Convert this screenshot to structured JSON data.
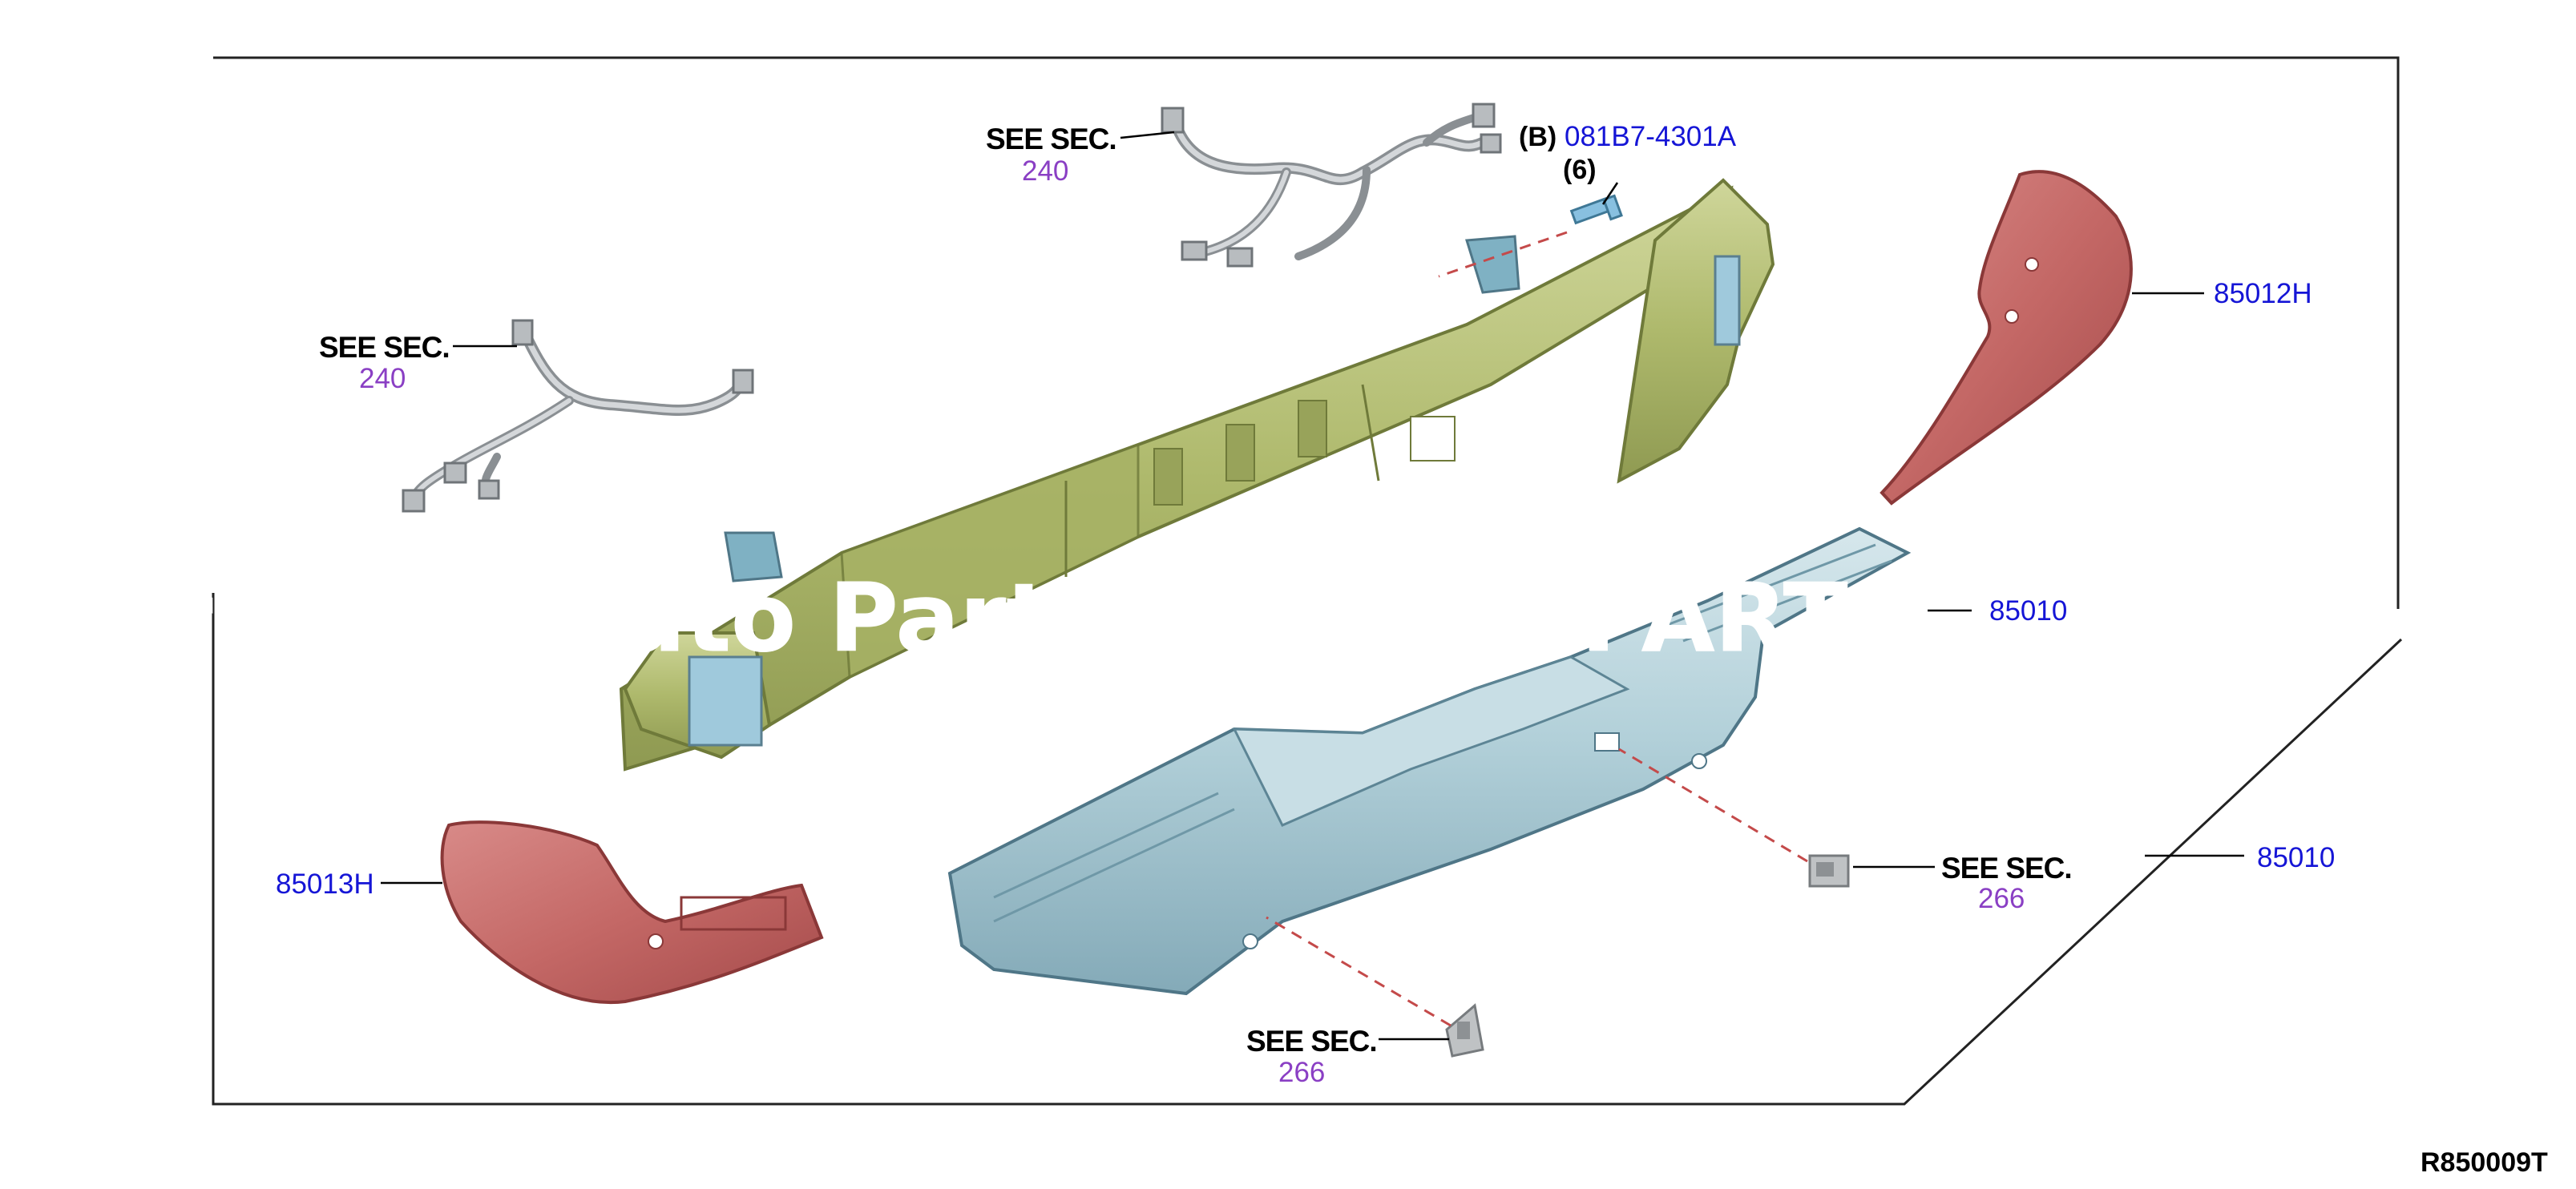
{
  "diagram": {
    "label_colors": {
      "part_number": "#1515d6",
      "section": "#8a3fc4",
      "frame": "#222222"
    },
    "callouts": {
      "harness_top": {
        "see": "SEE SEC.",
        "sec": "240"
      },
      "harness_left": {
        "see": "SEE SEC.",
        "sec": "240"
      },
      "bolt": {
        "prefix": "(B)",
        "part": "081B7-4301A",
        "qty": "(6)"
      },
      "end_right": {
        "part": "85012H"
      },
      "reinforcement": {
        "part": "85010"
      },
      "bumper_assy": {
        "part": "85010"
      },
      "end_left": {
        "part": "85013H"
      },
      "bracket_right": {
        "see": "SEE SEC.",
        "sec": "266"
      },
      "bracket_bottom": {
        "see": "SEE SEC.",
        "sec": "266"
      }
    },
    "watermark": "Merchant Auto Parts Catalog PARTS",
    "figure_code": "R850009T",
    "icons": [
      "wire-harness-icon",
      "bolt-icon",
      "bumper-reinforcement-icon",
      "bumper-end-cap-icon",
      "step-bumper-icon",
      "bracket-icon"
    ]
  }
}
